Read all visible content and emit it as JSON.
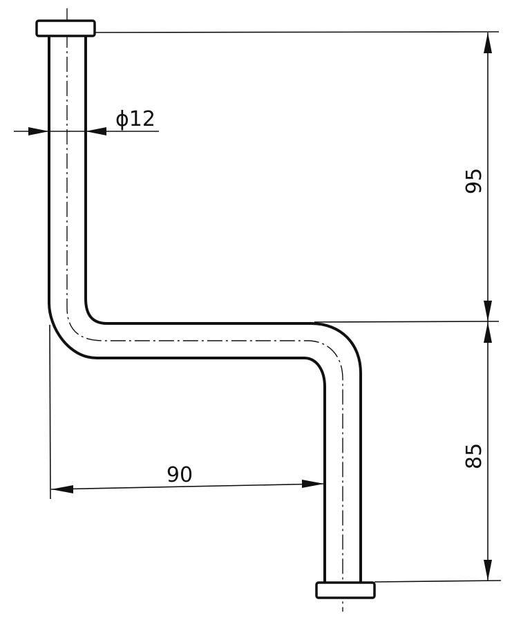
{
  "dimensions": {
    "diameter": "ϕ12",
    "upper_height": "95",
    "lower_height": "85",
    "horizontal_offset": "90"
  }
}
